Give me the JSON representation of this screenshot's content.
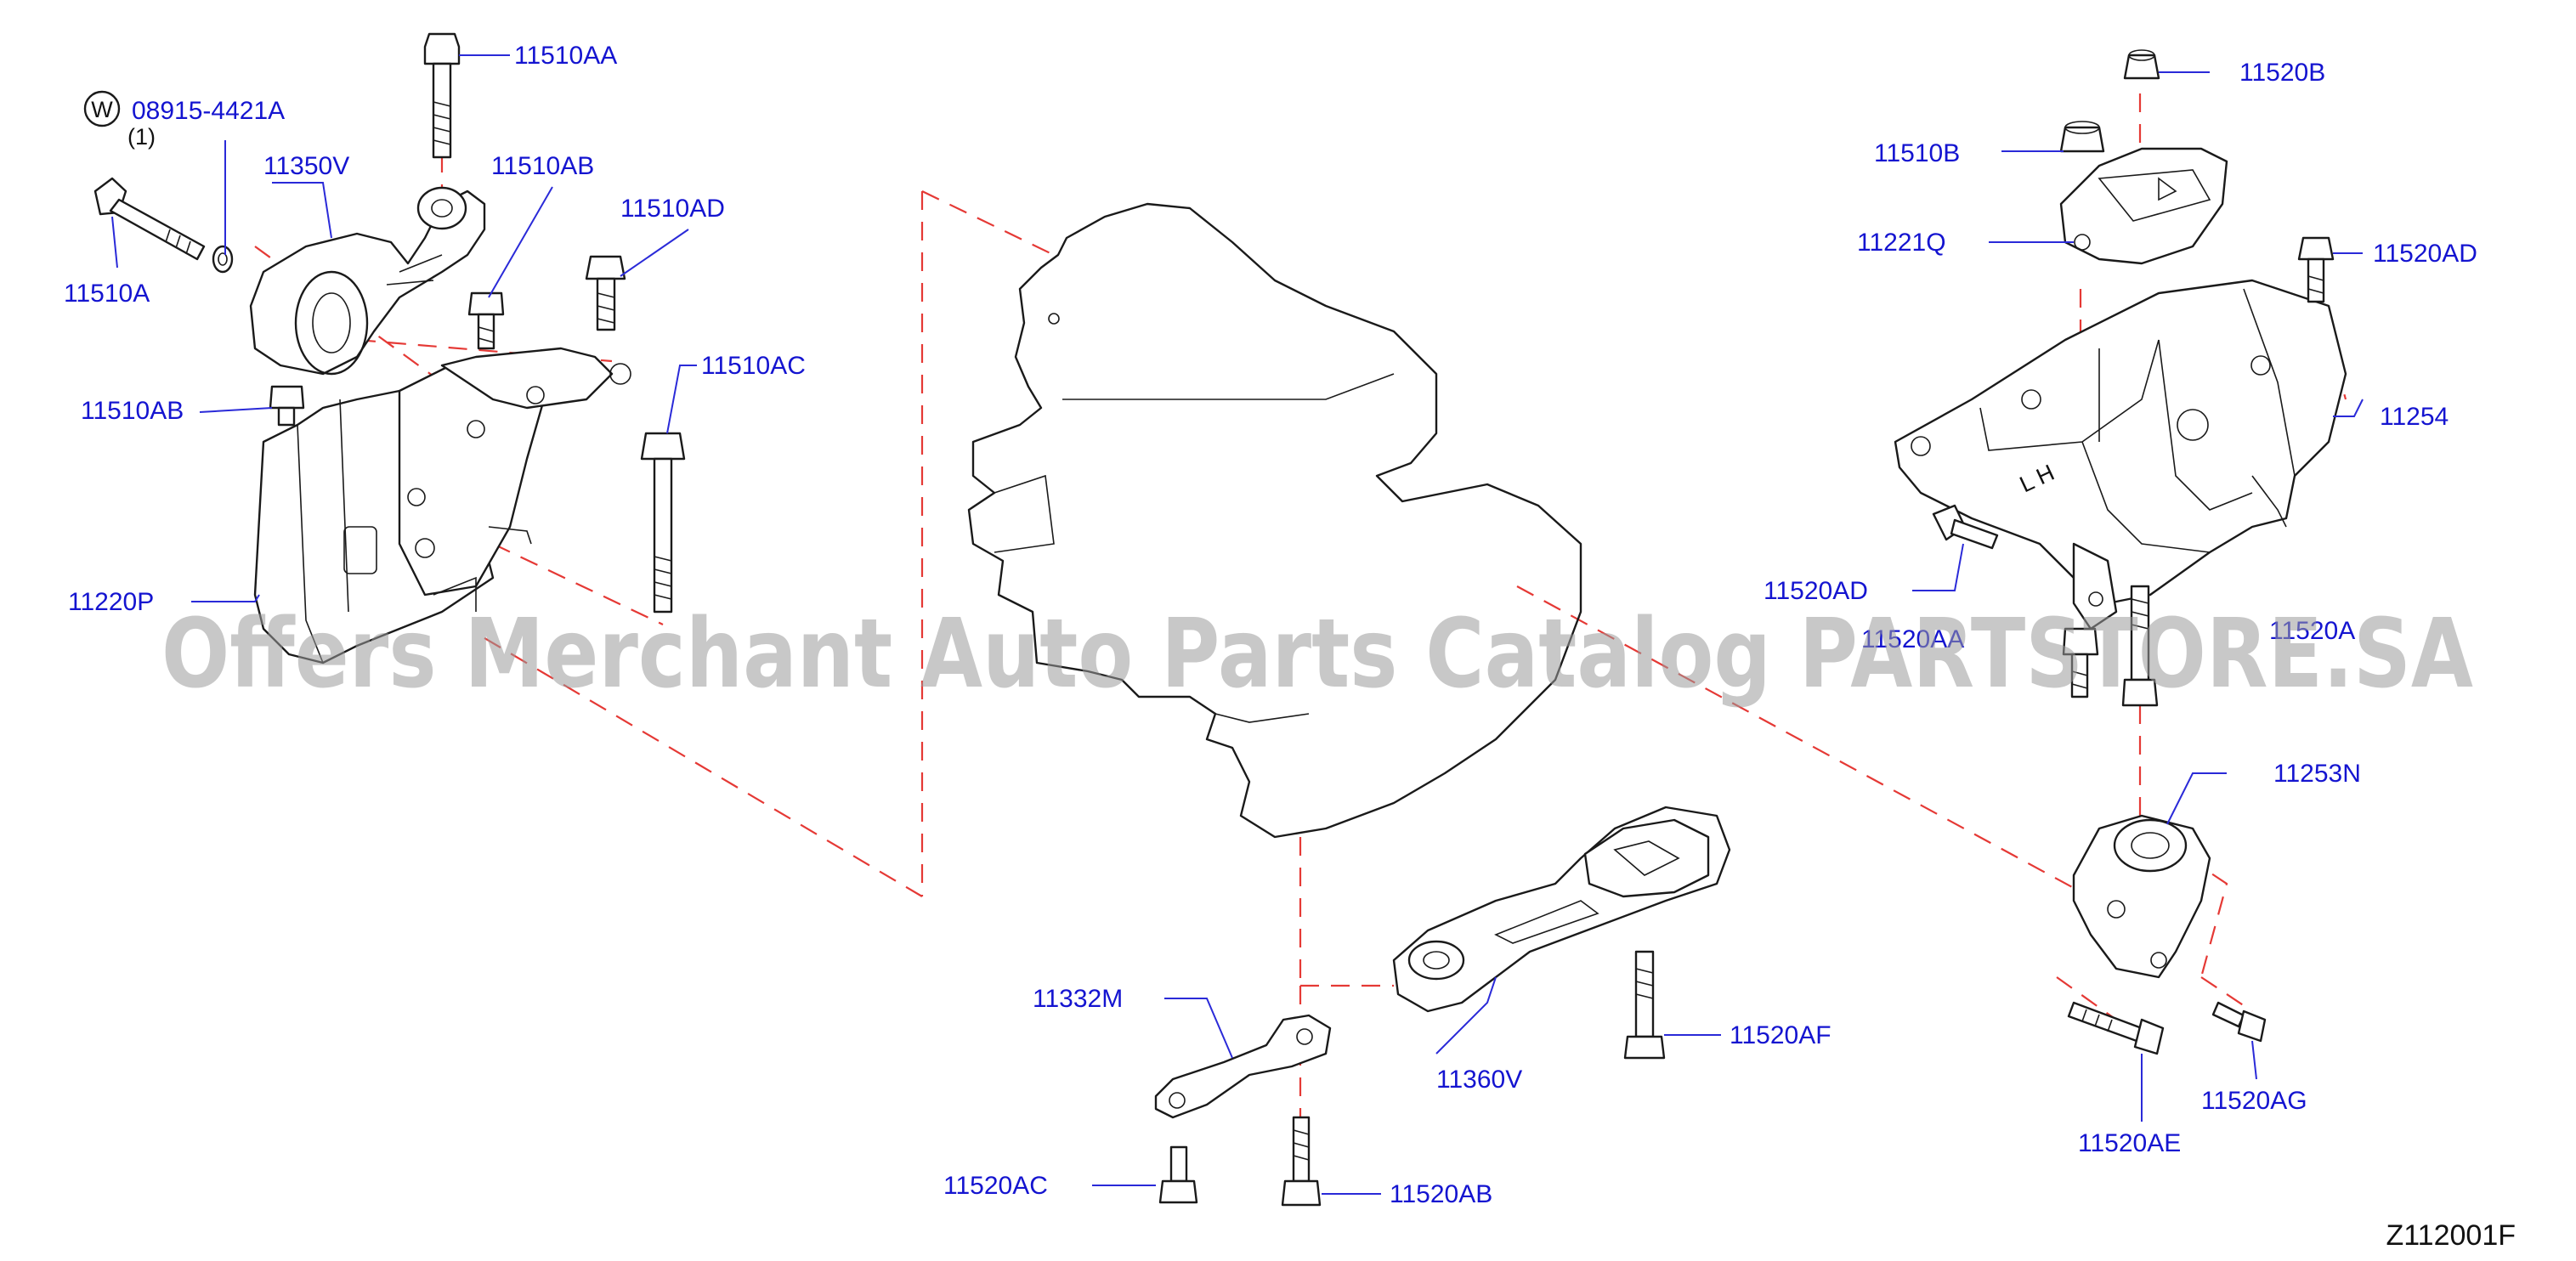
{
  "diagram": {
    "figure_code": "Z112001F",
    "watermark": "Offers Merchant Auto Parts Catalog PARTSTORE.SA",
    "washer_symbol": "W",
    "washer_qty": "(1)",
    "labels": {
      "p11510AA": "11510AA",
      "p08915": "08915-4421A",
      "p11350V": "11350V",
      "p11510AB_top": "11510AB",
      "p11510AD_top": "11510AD",
      "p11510A": "11510A",
      "p11510AC": "11510AC",
      "p11510AB_left": "11510AB",
      "p11220P": "11220P",
      "p11520B": "11520B",
      "p11510B": "11510B",
      "p11221Q": "11221Q",
      "p11520AD_right": "11520AD",
      "p11254": "11254",
      "p11520AD_mid": "11520AD",
      "p11520AA": "11520AA",
      "p11520A": "11520A",
      "p11253N": "11253N",
      "p11520AE": "11520AE",
      "p11520AG": "11520AG",
      "p11332M": "11332M",
      "p11360V": "11360V",
      "p11520AF": "11520AF",
      "p11520AC": "11520AC",
      "p11520AB_bottom": "11520AB"
    }
  }
}
